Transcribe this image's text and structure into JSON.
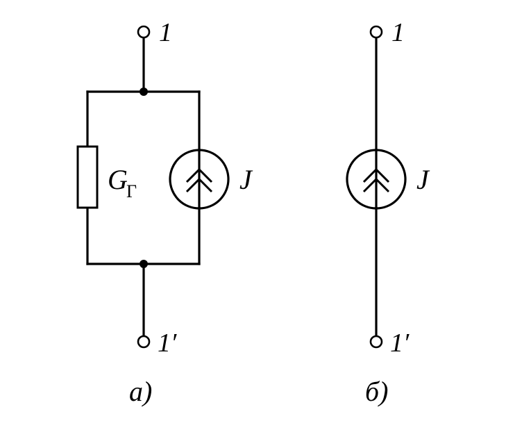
{
  "circuit_a": {
    "terminal_top": "1",
    "terminal_bottom": "1′",
    "conductance_symbol": "G",
    "conductance_subscript": "Г",
    "source_label": "J",
    "caption": "а)"
  },
  "circuit_b": {
    "terminal_top": "1",
    "terminal_bottom": "1′",
    "source_label": "J",
    "caption": "б)"
  }
}
